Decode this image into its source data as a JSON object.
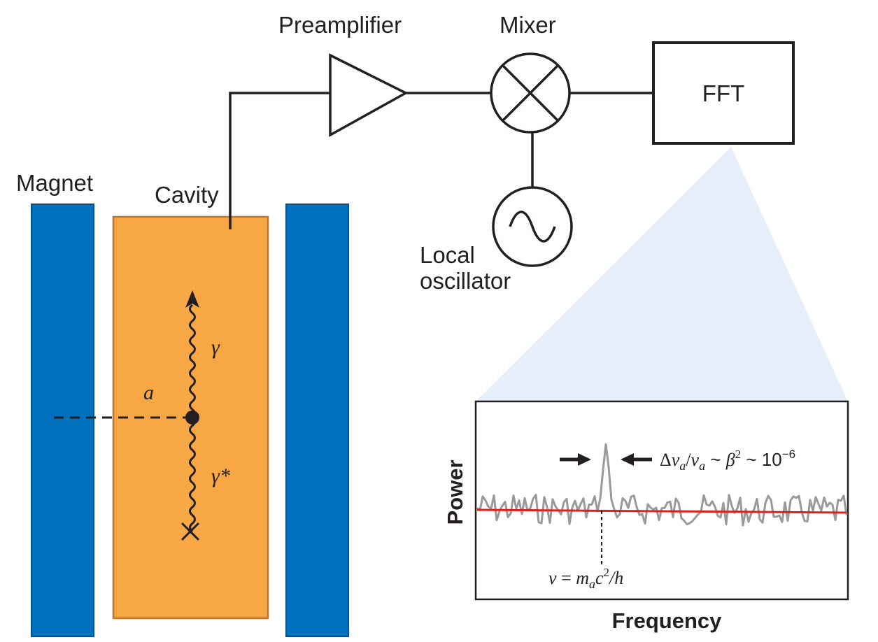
{
  "labels": {
    "preamplifier": "Preamplifier",
    "mixer": "Mixer",
    "fft": "FFT",
    "magnet": "Magnet",
    "cavity": "Cavity",
    "local_oscillator_line1": "Local",
    "local_oscillator_line2": "oscillator",
    "axion": "a",
    "photon": "γ",
    "virtual_photon": "γ*"
  },
  "spectrum": {
    "y_axis_label": "Power",
    "x_axis_label": "Frequency",
    "linewidth_annotation": {
      "delta": "Δ",
      "nu_a": "ν",
      "sub_a": "a",
      "slash": "/",
      "nu": "ν",
      "sub_a2": "a",
      "sim1": " ~ ",
      "beta": "β",
      "beta_exp": "2",
      "sim2": " ~ 10",
      "exp": "−6"
    },
    "peak_annotation": {
      "nu": "ν",
      "eq": " = ",
      "m": "m",
      "sub_a": "a",
      "c": "c",
      "c_exp": "2",
      "over_h": "/h"
    }
  },
  "colors": {
    "magnet": "#0071bc",
    "magnet_edge": "#0b4f86",
    "cavity": "#f7a744",
    "cavity_edge": "#c0742c",
    "fov_cone": "#e6eff9",
    "noise_trace": "#9a9a9a",
    "baseline": "#e0201b",
    "ink": "#231f20"
  }
}
